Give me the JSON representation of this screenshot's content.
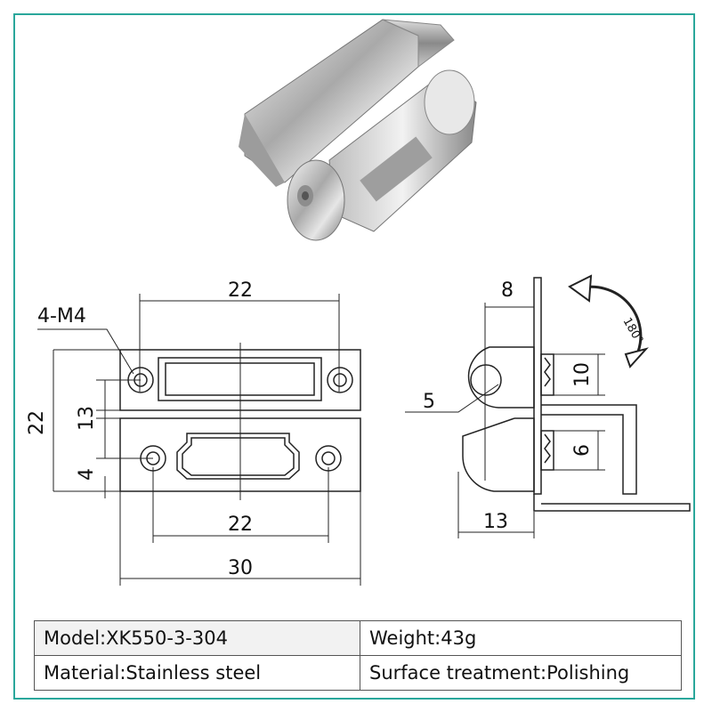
{
  "dimensions": {
    "top_width": "22",
    "holes": "4-M4",
    "height": "22",
    "spacing_13": "13",
    "offset_4": "4",
    "bottom_width": "22",
    "overall_width": "30",
    "side_8": "8",
    "side_5": "5",
    "side_10": "10",
    "side_6": "6",
    "side_13": "13",
    "rotation": "180°"
  },
  "specs": {
    "model": "Model:XK550-3-304",
    "weight": "Weight:43g",
    "material": "Material:Stainless steel",
    "surface": "Surface treatment:Polishing"
  },
  "colors": {
    "frame": "#2aa79b"
  }
}
